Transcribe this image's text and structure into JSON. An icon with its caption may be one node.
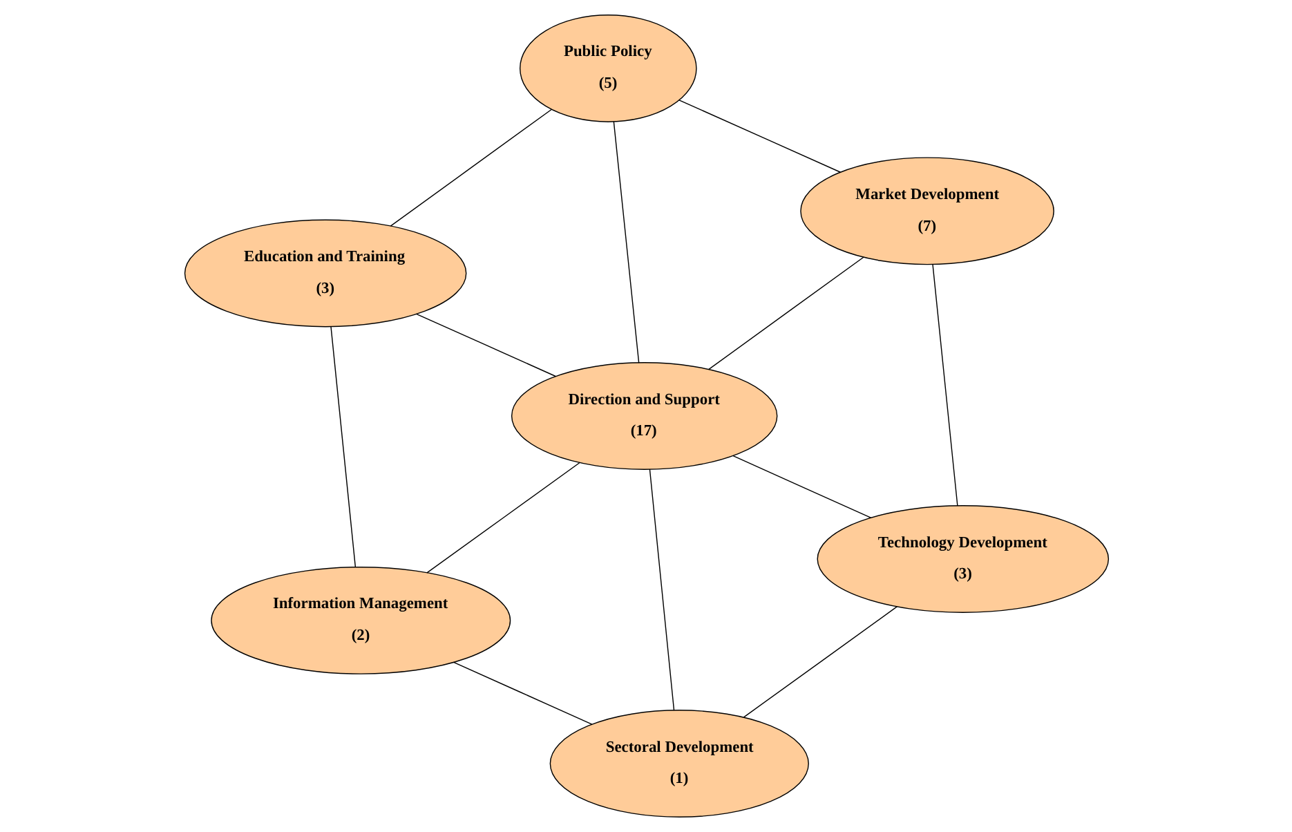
{
  "diagram": {
    "nodes": [
      {
        "text": [
          "Public Policy",
          "(5)"
        ]
      },
      {
        "text": [
          "Market Development",
          "(7)"
        ]
      },
      {
        "text": [
          "Education and Training",
          "(3)"
        ]
      },
      {
        "text": [
          "Direction and Support",
          "(17)"
        ]
      },
      {
        "text": [
          "Technology Development",
          "(3)"
        ]
      },
      {
        "text": [
          "Information Management",
          "(2)"
        ]
      },
      {
        "text": [
          "Sectoral Development",
          "(1)"
        ]
      }
    ],
    "edges": [
      {
        "from": 1,
        "to": 0,
        "arrow": "none"
      },
      {
        "from": 0,
        "to": 2,
        "arrow": "none"
      },
      {
        "from": 0,
        "to": 3,
        "arrow": "none"
      },
      {
        "from": 1,
        "to": 3,
        "arrow": "none"
      },
      {
        "from": 3,
        "to": 2,
        "arrow": "none"
      },
      {
        "from": 1,
        "to": 4,
        "arrow": "none"
      },
      {
        "from": 2,
        "to": 5,
        "arrow": "none"
      },
      {
        "from": 3,
        "to": 4,
        "arrow": "none"
      },
      {
        "from": 3,
        "to": 5,
        "arrow": "none"
      },
      {
        "from": 3,
        "to": 6,
        "arrow": "none"
      },
      {
        "from": 4,
        "to": 6,
        "arrow": "none"
      },
      {
        "from": 6,
        "to": 5,
        "arrow": "none"
      }
    ]
  }
}
